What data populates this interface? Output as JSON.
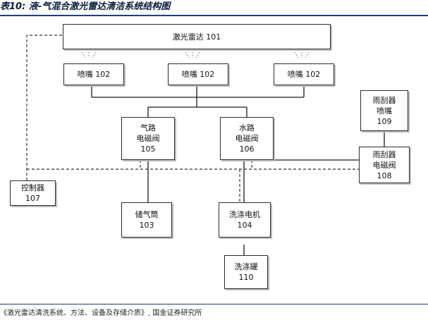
{
  "title": "表10: 液-气混合激光雷达清洁系统结构图",
  "footer": "《激光雷达清洗系统、方法、设备及存储介质》, 国金证券研究所",
  "nodes": {
    "lidar": {
      "line1": "激光雷达 101"
    },
    "nozzle_left": {
      "line1": "喷嘴 102"
    },
    "nozzle_mid": {
      "line1": "喷嘴 102"
    },
    "nozzle_right": {
      "line1": "喷嘴 102"
    },
    "air_valve": {
      "line1": "气路",
      "line2": "电磁阀",
      "line3": "105"
    },
    "water_valve": {
      "line1": "水路",
      "line2": "电磁阀",
      "line3": "106"
    },
    "wiper_nozzle": {
      "line1": "雨刮器",
      "line2": "喷嘴",
      "line3": "109"
    },
    "wiper_valve": {
      "line1": "雨刮器",
      "line2": "电磁阀",
      "line3": "108"
    },
    "controller": {
      "line1": "控制器",
      "line2": "107"
    },
    "air_tank": {
      "line1": "储气筒",
      "line2": "103"
    },
    "wash_motor": {
      "line1": "洗涤电机",
      "line2": "104"
    },
    "wash_tank": {
      "line1": "洗涤罐",
      "line2": "110"
    }
  }
}
